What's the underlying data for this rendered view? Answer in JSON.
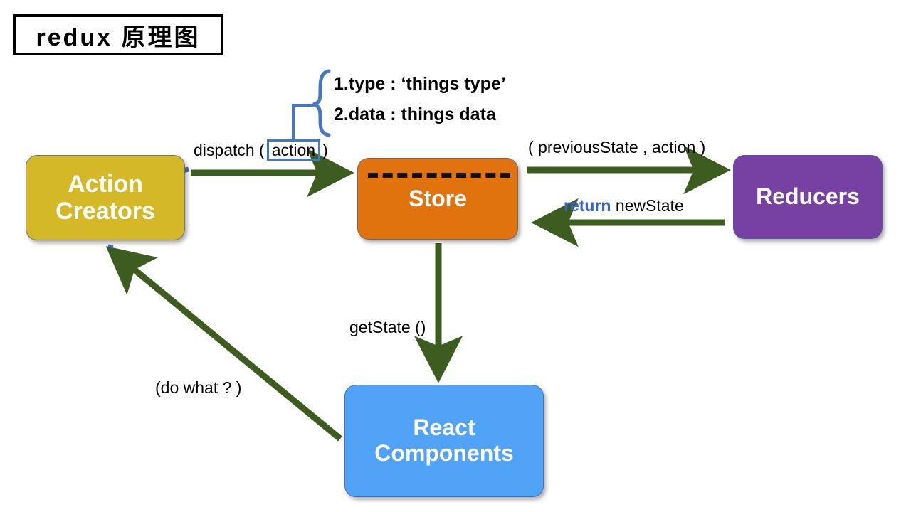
{
  "title": {
    "text": "redux 原理图"
  },
  "nodes": {
    "action_creators": {
      "label": "Action\nCreators",
      "line1": "Action",
      "line2": "Creators",
      "color": "#D5B828"
    },
    "store": {
      "label": "Store",
      "color": "#E1730F"
    },
    "reducers": {
      "label": "Reducers",
      "color": "#7740A3"
    },
    "react_components": {
      "line1": "React",
      "line2": "Components",
      "color": "#50A3F7"
    }
  },
  "labels": {
    "dispatch_prefix": "dispatch (",
    "dispatch_action": "action",
    "dispatch_suffix": ")",
    "previous_state": "( previousState , action )",
    "return_keyword": "return",
    "return_value": "newState",
    "get_state": "getState ()",
    "do_what": "(do what ? )"
  },
  "annotation": {
    "line1": "1.type : ‘things type’",
    "line2": "2.data :  things data"
  },
  "colors": {
    "arrow_green": "#3C5C20",
    "brace_blue": "#4477C8",
    "dotted_blue": "#3A6FC8",
    "keyword_blue": "#3A63C8",
    "title_border": "#000000"
  }
}
